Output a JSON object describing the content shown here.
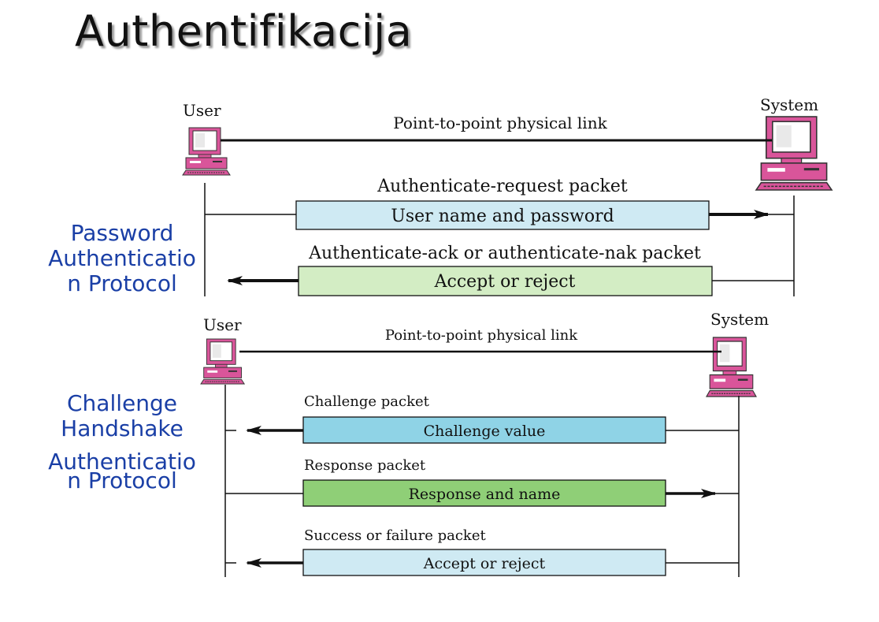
{
  "title": "Authentifikacija",
  "pap": {
    "caption": [
      "Password",
      "Authenticatio",
      "n Protocol"
    ],
    "user_label": "User",
    "system_label": "System",
    "link_label": "Point-to-point physical link",
    "messages": [
      {
        "label": "Authenticate-request packet",
        "content": "User name and password",
        "direction": "to-system",
        "color": "#cfeaf3"
      },
      {
        "label": "Authenticate-ack or authenticate-nak packet",
        "content": "Accept or reject",
        "direction": "to-user",
        "color": "#d3edc4"
      }
    ]
  },
  "chap": {
    "caption": [
      "Challenge",
      "Handshake",
      "Authenticatio",
      "n Protocol"
    ],
    "user_label": "User",
    "system_label": "System",
    "link_label": "Point-to-point physical link",
    "messages": [
      {
        "label": "Challenge packet",
        "content": "Challenge value",
        "direction": "to-user",
        "color": "#8fd3e6"
      },
      {
        "label": "Response packet",
        "content": "Response and name",
        "direction": "to-system",
        "color": "#8fcf77"
      },
      {
        "label": "Success or failure packet",
        "content": "Accept or reject",
        "direction": "to-user",
        "color": "#cfeaf3"
      }
    ]
  },
  "colors": {
    "caption": "#1a3fa6",
    "computer": "#d9559a"
  }
}
